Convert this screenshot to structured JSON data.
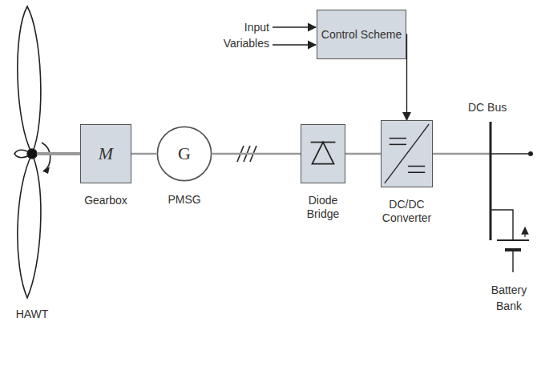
{
  "diagram": {
    "nodes": [
      {
        "text": [
          "Control Scheme"
        ]
      },
      {
        "text": [
          "M",
          "Gearbox"
        ]
      },
      {
        "text": [
          "G",
          "PMSG"
        ]
      },
      {
        "text": [
          "Diode Bridge"
        ]
      },
      {
        "text": [
          "DC/DC Converter"
        ]
      }
    ],
    "edges": [
      {
        "from": 1,
        "to": 2,
        "arrow": "none"
      },
      {
        "from": 2,
        "to": 3,
        "arrow": "none"
      },
      {
        "from": 3,
        "to": 4,
        "arrow": "none"
      },
      {
        "from": 0,
        "to": 4,
        "arrow": "to"
      }
    ],
    "labels": [
      "Input Variables",
      "DC Bus",
      "HAWT",
      "Battery Bank"
    ]
  }
}
